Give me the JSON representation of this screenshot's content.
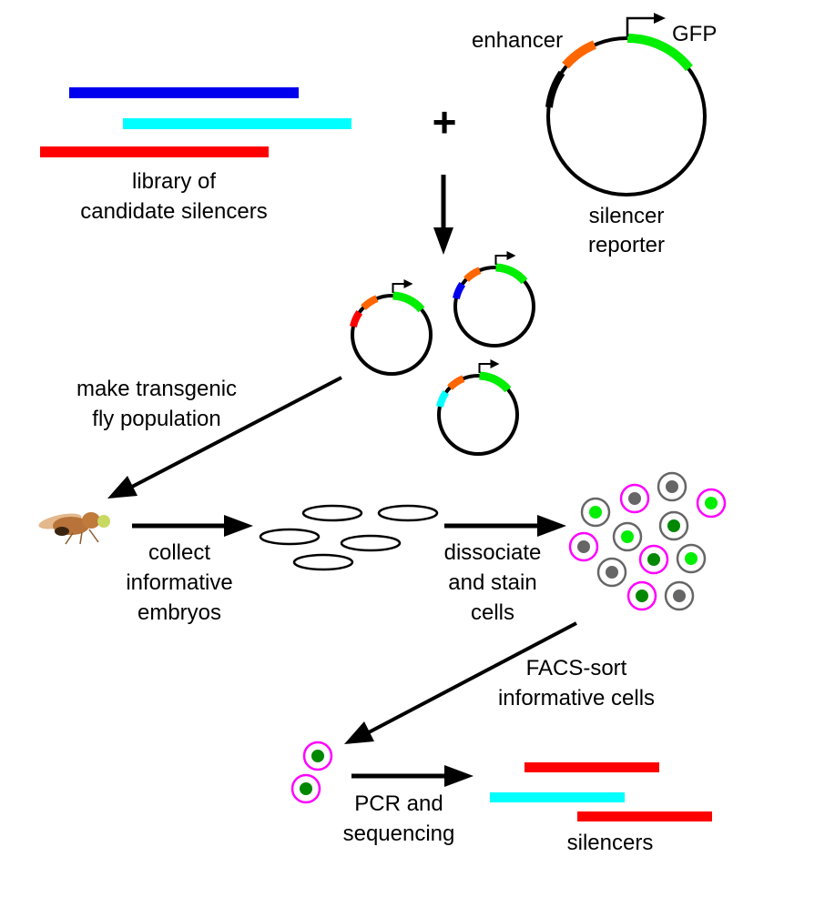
{
  "labels": {
    "library_line1": "library of",
    "library_line2": "candidate silencers",
    "plus": "+",
    "enhancer": "enhancer",
    "gfp": "GFP",
    "reporter_line1": "silencer",
    "reporter_line2": "reporter",
    "transgenic_line1": "make transgenic",
    "transgenic_line2": "fly population",
    "collect_line1": "collect",
    "collect_line2": "informative",
    "collect_line3": "embryos",
    "dissociate_line1": "dissociate",
    "dissociate_line2": "and stain",
    "dissociate_line3": "cells",
    "facs_line1": "FACS-sort",
    "facs_line2": "informative cells",
    "pcr_line1": "PCR and",
    "pcr_line2": "sequencing",
    "silencers": "silencers"
  },
  "colors": {
    "blue": "#0000ee",
    "cyan": "#00ffff",
    "red": "#ff0000",
    "orange": "#ff6600",
    "green": "#00ee00",
    "dark_green": "#008800",
    "magenta": "#ff00ff",
    "gray": "#666666"
  },
  "cells": [
    {
      "ring": "gray",
      "dot": "green"
    },
    {
      "ring": "magenta",
      "dot": "gray"
    },
    {
      "ring": "gray",
      "dot": "gray"
    },
    {
      "ring": "magenta",
      "dot": "green"
    },
    {
      "ring": "gray",
      "dot": "green"
    },
    {
      "ring": "gray",
      "dot": "dark_green"
    },
    {
      "ring": "magenta",
      "dot": "gray"
    },
    {
      "ring": "magenta",
      "dot": "dark_green"
    },
    {
      "ring": "gray",
      "dot": "green"
    },
    {
      "ring": "gray",
      "dot": "gray"
    },
    {
      "ring": "magenta",
      "dot": "dark_green"
    },
    {
      "ring": "gray",
      "dot": "gray"
    }
  ],
  "sorted_cells": [
    {
      "ring": "magenta",
      "dot": "dark_green"
    },
    {
      "ring": "magenta",
      "dot": "dark_green"
    }
  ]
}
